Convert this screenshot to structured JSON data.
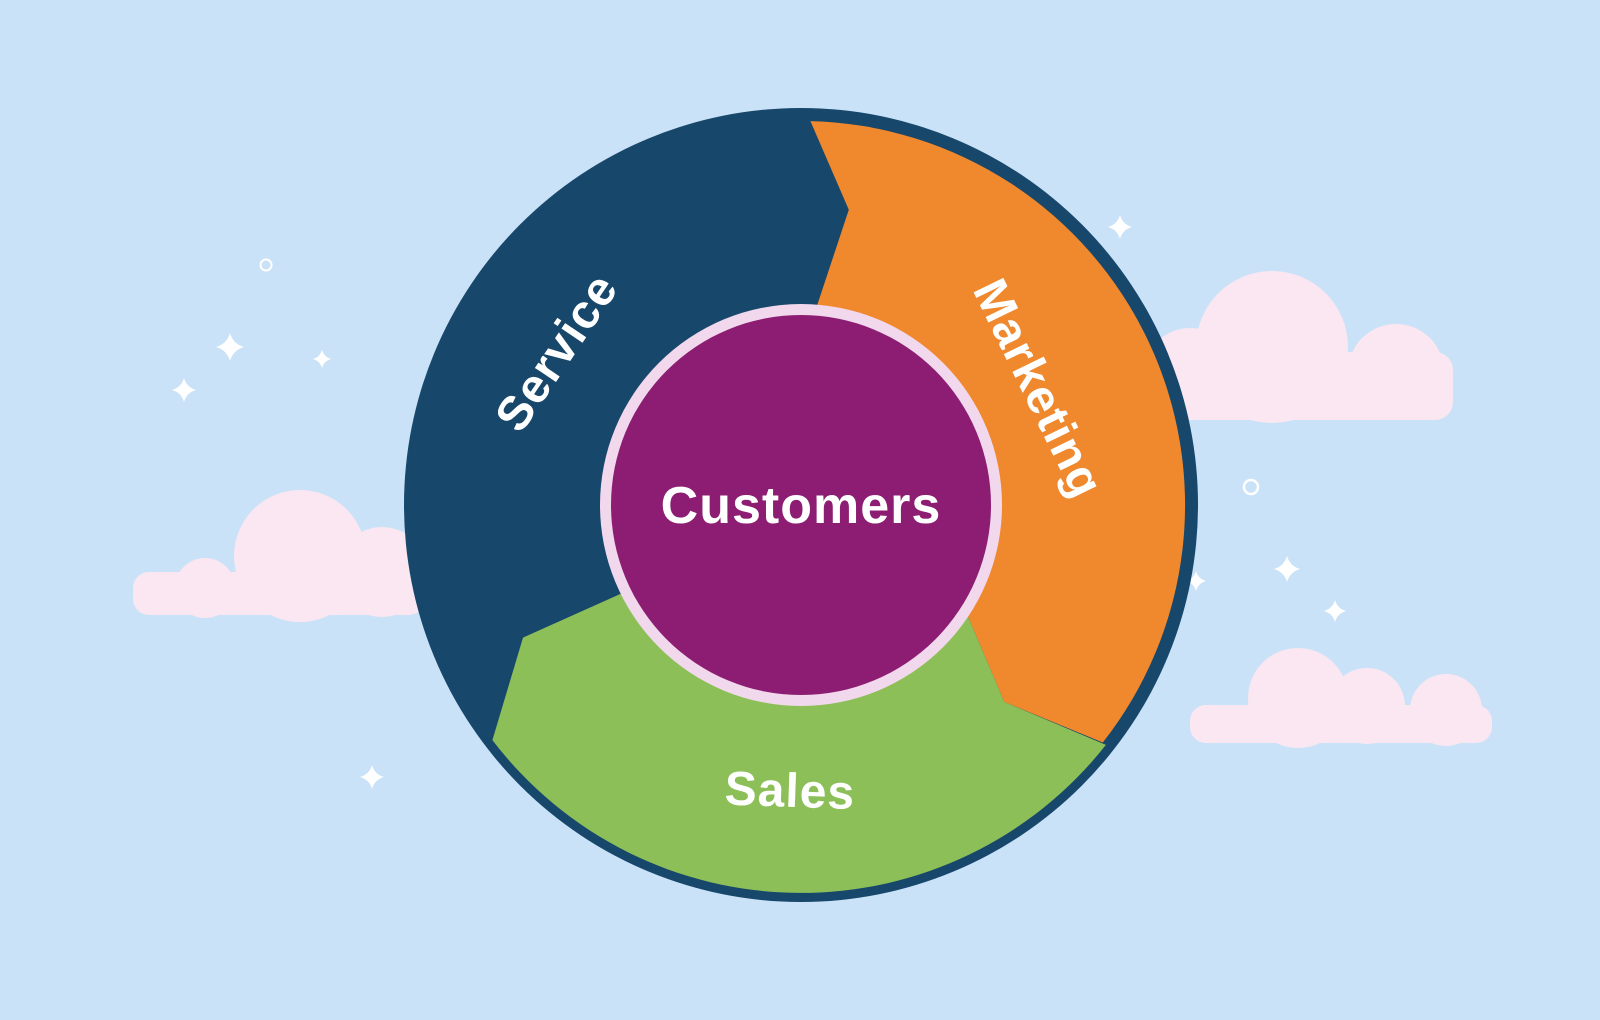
{
  "scene": {
    "background_color": "#CAE2F8",
    "cloud_color": "#FAE7F1",
    "sparkle_color": "#FFFFFF"
  },
  "flywheel": {
    "center_label": "Customers",
    "center_fill": "#8C1D72",
    "center_ring_color": "#F2D8EC",
    "outer_ring_color": "#17476B",
    "segments": [
      {
        "id": "service",
        "label": "Service",
        "color": "#17476B"
      },
      {
        "id": "marketing",
        "label": "Marketing",
        "color": "#F0882E"
      },
      {
        "id": "sales",
        "label": "Sales",
        "color": "#8CBF58"
      }
    ]
  }
}
